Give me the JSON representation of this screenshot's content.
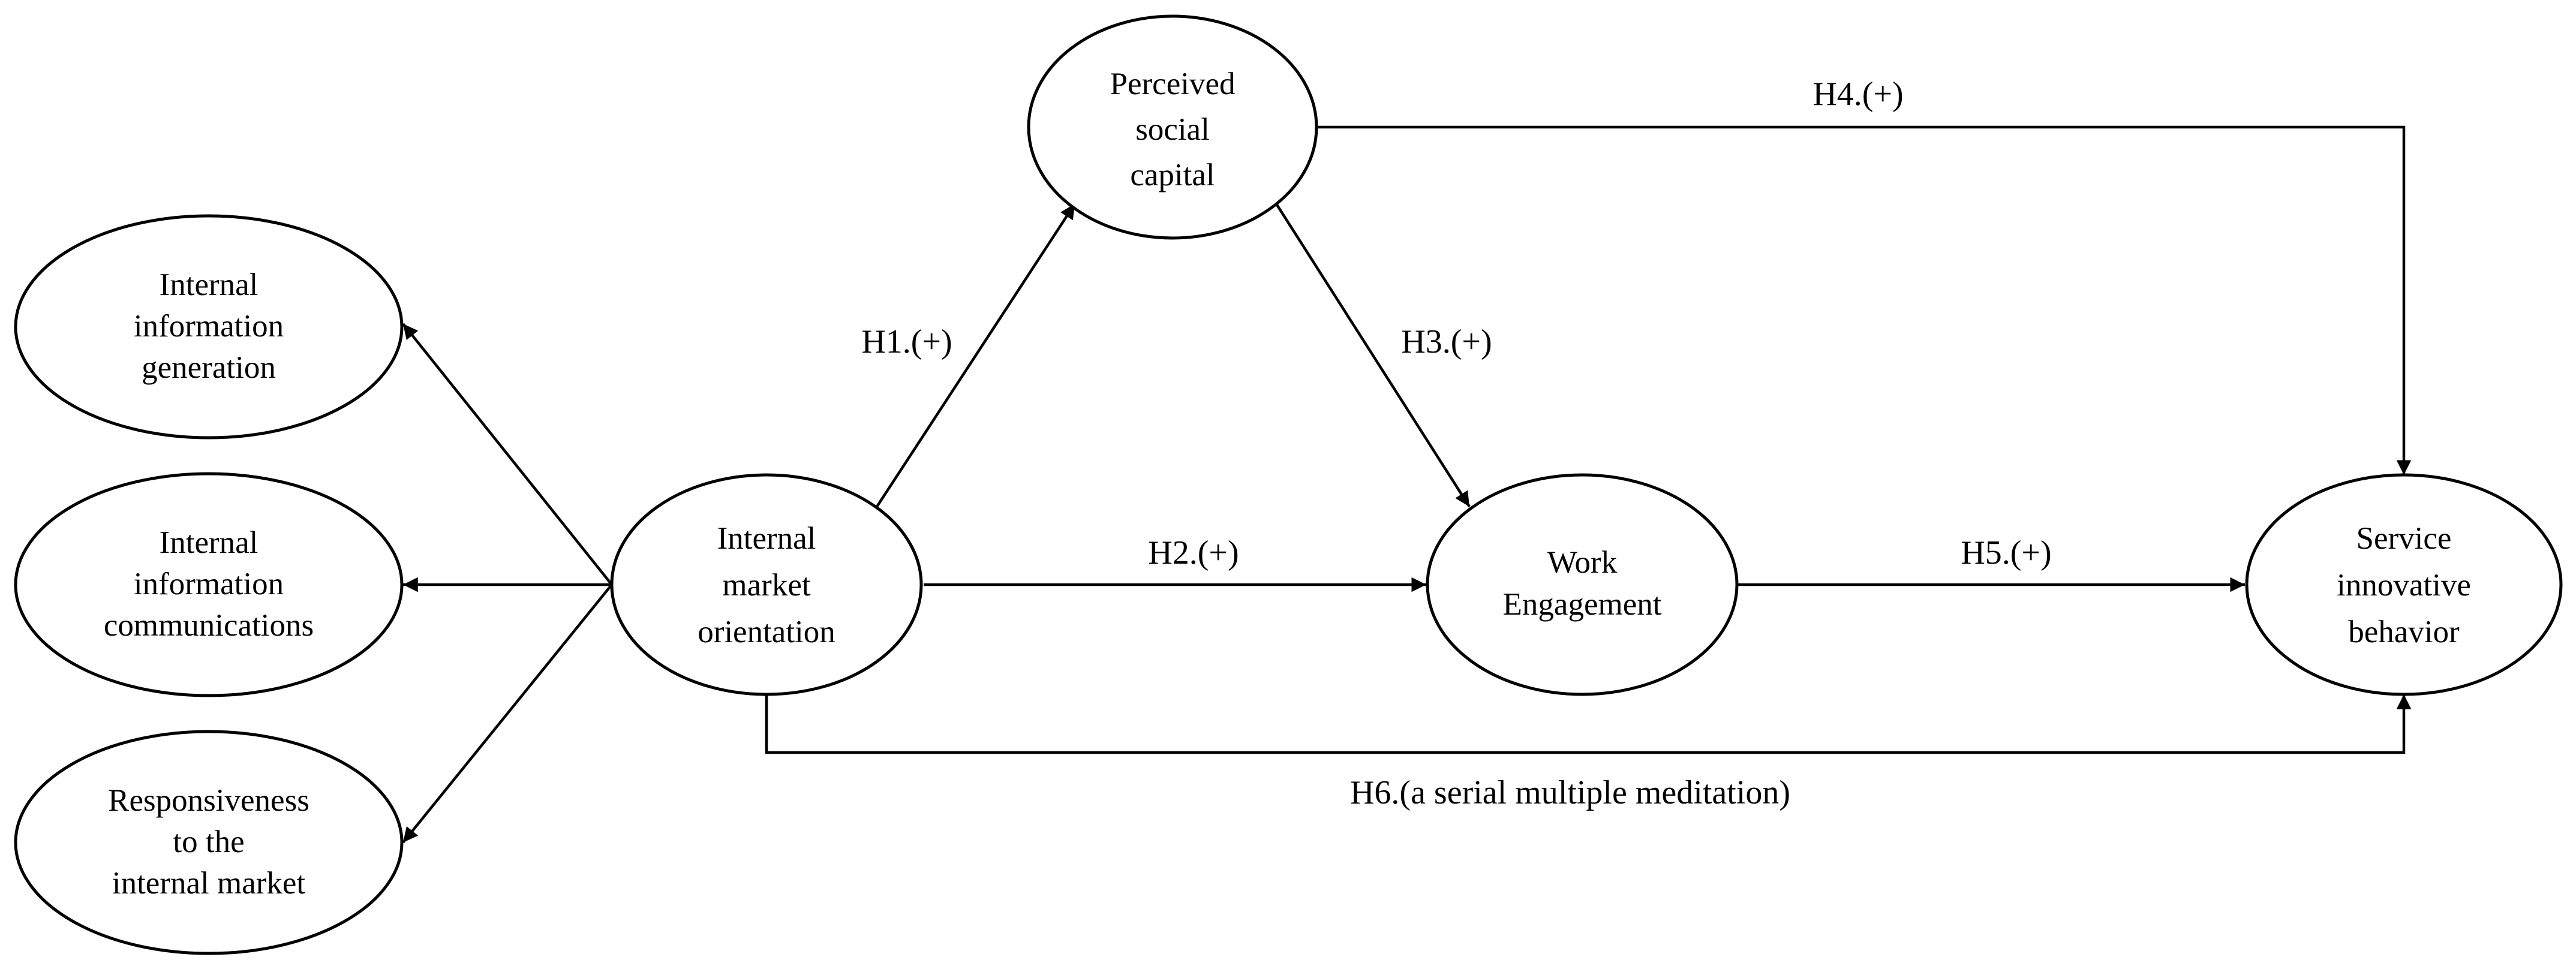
{
  "nodes": {
    "perceived_social_capital": [
      "Perceived",
      "social",
      "capital"
    ],
    "internal_information_generation": [
      "Internal",
      "information",
      "generation"
    ],
    "internal_information_communications": [
      "Internal",
      "information",
      "communications"
    ],
    "responsiveness": [
      "Responsiveness",
      "to the",
      "internal market"
    ],
    "internal_market_orientation": [
      "Internal",
      "market",
      "orientation"
    ],
    "work_engagement": [
      "Work",
      "Engagement"
    ],
    "service_innovative_behavior": [
      "Service",
      "innovative",
      "behavior"
    ]
  },
  "edges": {
    "h1": "H1.(+)",
    "h2": "H2.(+)",
    "h3": "H3.(+)",
    "h4": "H4.(+)",
    "h5": "H5.(+)",
    "h6": "H6.(a serial multiple meditation)"
  },
  "colors": {
    "stroke": "#000000",
    "background": "#ffffff"
  }
}
